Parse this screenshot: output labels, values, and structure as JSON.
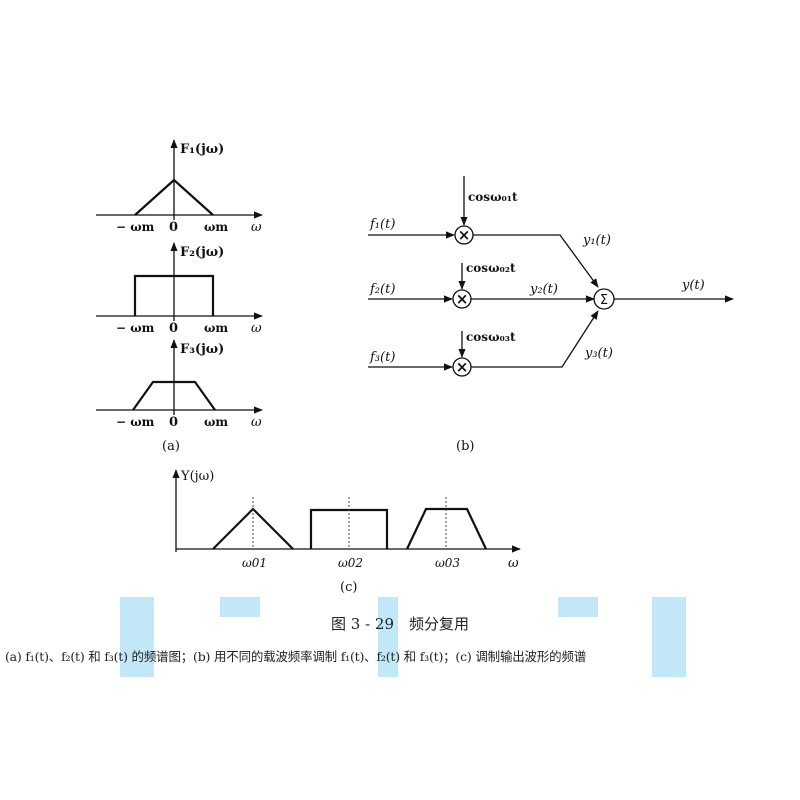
{
  "panel_a": {
    "f1_label": "F₁(jω)",
    "f2_label": "F₂(jω)",
    "f3_label": "F₃(jω)",
    "neg_wm": "− ωm",
    "zero": "0",
    "pos_wm": "ωm",
    "omega": "ω",
    "sublabel": "(a)"
  },
  "panel_b": {
    "cos1": "cosω₀₁t",
    "cos2": "cosω₀₂t",
    "cos3": "cosω₀₃t",
    "in1": "f₁(t)",
    "in2": "f₂(t)",
    "in3": "f₃(t)",
    "y1": "y₁(t)",
    "y2": "y₂(t)",
    "y3": "y₃(t)",
    "out": "y(t)",
    "mult_symbol": "×",
    "sum_symbol": "Σ",
    "sublabel": "(b)"
  },
  "panel_c": {
    "y_label": "Y(jω)",
    "w01": "ω01",
    "w02": "ω02",
    "w03": "ω03",
    "omega": "ω",
    "sublabel": "(c)"
  },
  "caption": {
    "title": "图 3 - 29　频分复用",
    "text": "(a) f₁(t)、f₂(t) 和 f₃(t) 的频谱图；(b) 用不同的载波频率调制 f₁(t)、f₂(t) 和 f₃(t)；(c) 调制输出波形的频谱"
  }
}
